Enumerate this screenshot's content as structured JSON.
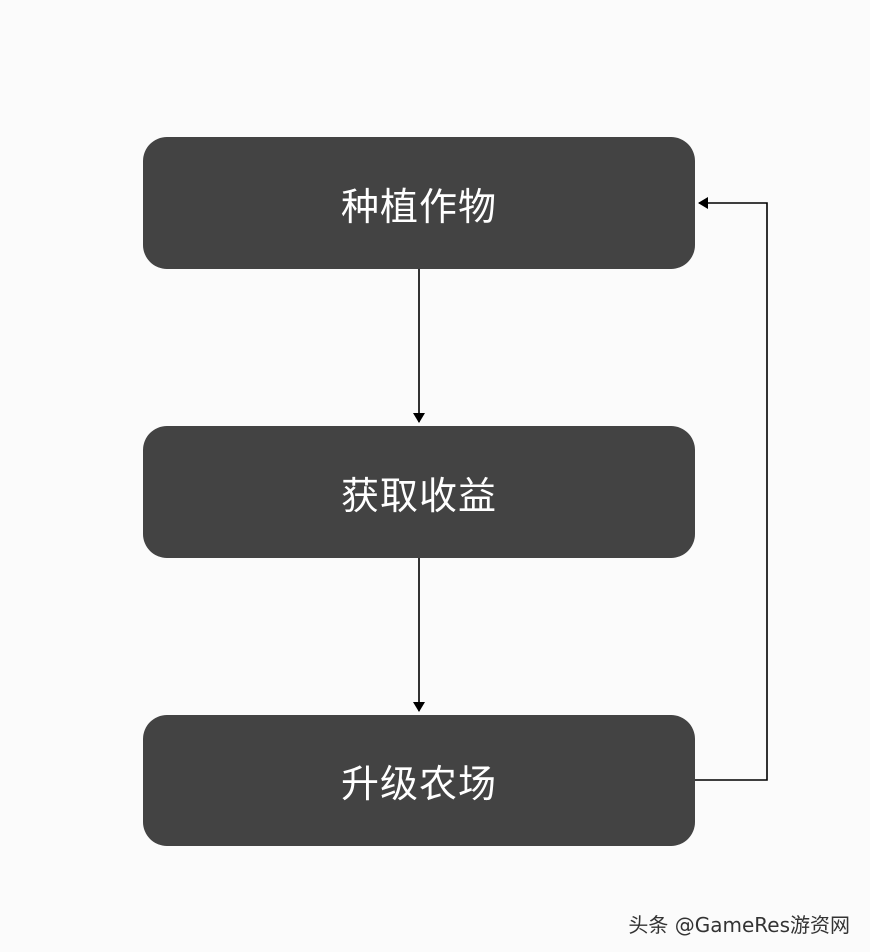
{
  "diagram": {
    "nodes": [
      {
        "id": "plant",
        "label": "种植作物"
      },
      {
        "id": "earn",
        "label": "获取收益"
      },
      {
        "id": "upgrade",
        "label": "升级农场"
      }
    ],
    "edges": [
      {
        "from": "plant",
        "to": "earn"
      },
      {
        "from": "earn",
        "to": "upgrade"
      },
      {
        "from": "upgrade",
        "to": "plant"
      }
    ]
  },
  "watermark": {
    "text": "头条 @GameRes游资网"
  },
  "colors": {
    "background": "#fbfbfb",
    "node_fill": "#434343",
    "node_text": "#ffffff",
    "connector": "#000000"
  }
}
